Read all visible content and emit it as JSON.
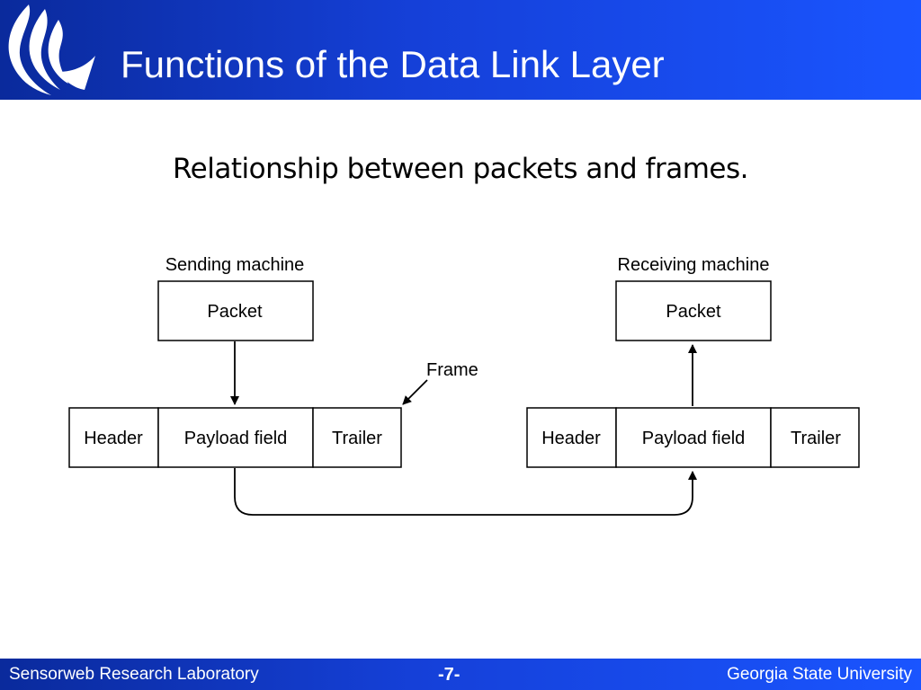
{
  "header": {
    "title": "Functions of the Data Link Layer"
  },
  "subtitle": "Relationship between packets and frames.",
  "diagram": {
    "sending": {
      "caption": "Sending machine",
      "packet": "Packet",
      "frame": {
        "header": "Header",
        "payload": "Payload field",
        "trailer": "Trailer"
      }
    },
    "receiving": {
      "caption": "Receiving machine",
      "packet": "Packet",
      "frame": {
        "header": "Header",
        "payload": "Payload field",
        "trailer": "Trailer"
      }
    },
    "frame_label": "Frame"
  },
  "footer": {
    "left": "Sensorweb Research Laboratory",
    "center": "-7-",
    "right": "Georgia State University"
  },
  "colors": {
    "bar": "#1540d8",
    "ink": "#000000"
  }
}
